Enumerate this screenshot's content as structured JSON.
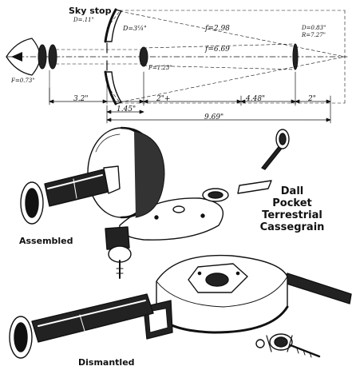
{
  "diagram": {
    "labels": {
      "sky_stop": "Sky stop",
      "sky_stop_d": "D=.11\"",
      "primary_d": "D=3¼\"",
      "f_primary": "f=2.98",
      "f_system": "f=6.69",
      "secondary_d": "D=0.83\"",
      "secondary_r": "R=7.27\"",
      "f_eyepiece": "F=0.73\"",
      "f_secondary": "F=1.23\""
    },
    "dimensions": {
      "d1": "3.2\"",
      "d2": "1.45\"",
      "d3": "2\"+",
      "d4": "4.48\"",
      "d5": "2\"",
      "total": "9.69\""
    },
    "captions": {
      "assembled": "Assembled",
      "dismantled": "Dismantled",
      "title_lines": [
        "Dall",
        "Pocket",
        "Terrestrial",
        "Cassegrain"
      ]
    }
  }
}
